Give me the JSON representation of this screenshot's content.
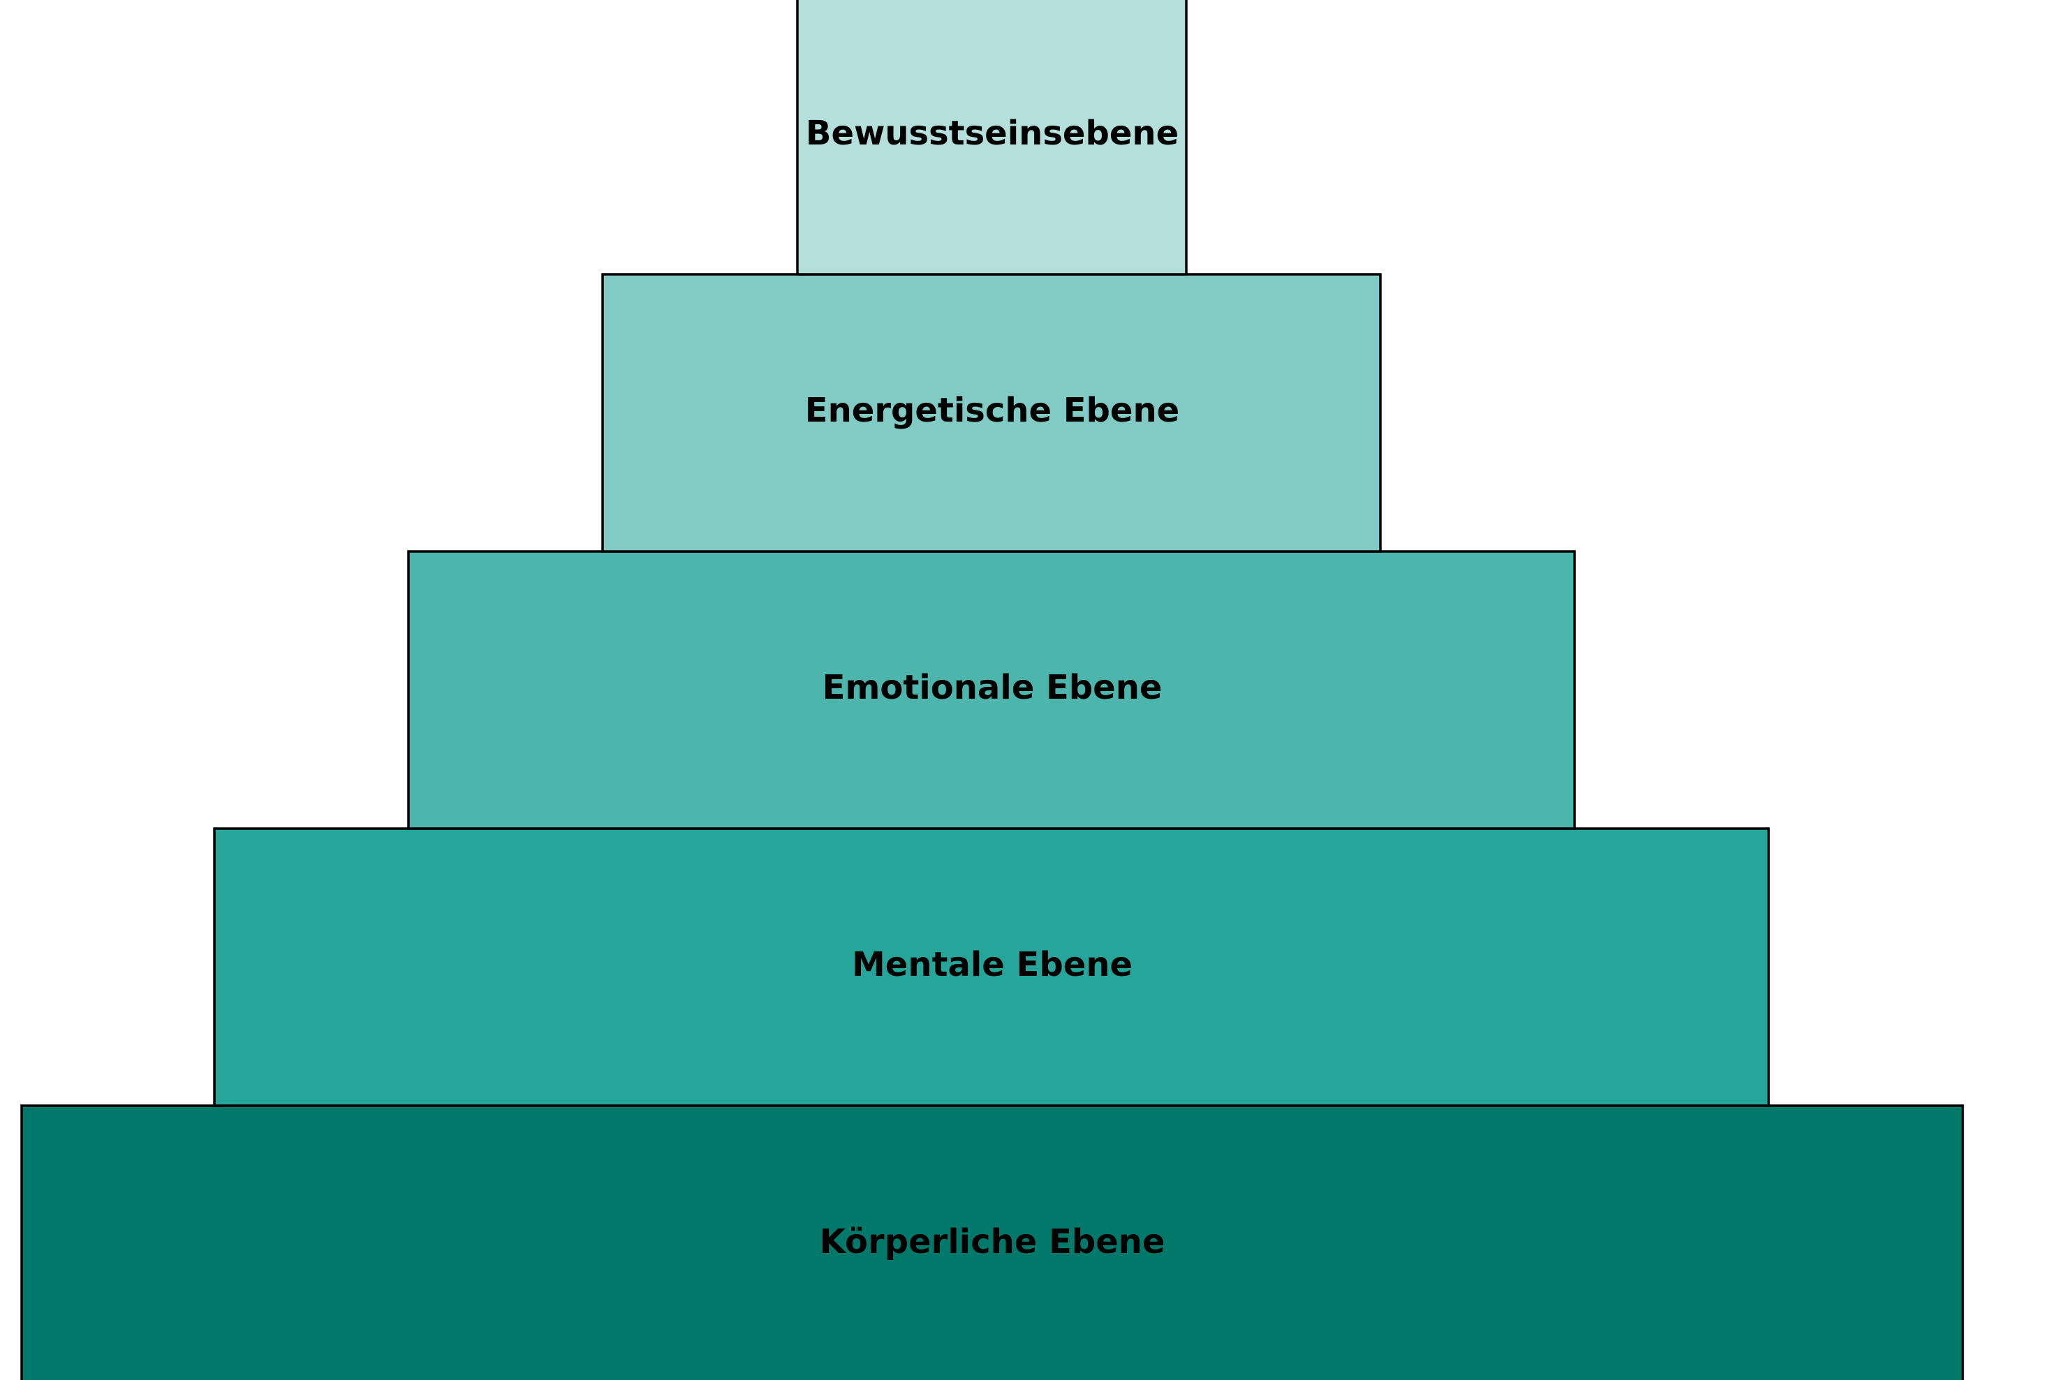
{
  "pyramid": {
    "levels": [
      {
        "label": "Bewusstseinsebene",
        "color": "#b4dfdb"
      },
      {
        "label": "Energetische Ebene",
        "color": "#82cbc4"
      },
      {
        "label": "Emotionale Ebene",
        "color": "#4db6ac"
      },
      {
        "label": "Mentale Ebene",
        "color": "#26a69a"
      },
      {
        "label": "Körperliche Ebene",
        "color": "#00796b"
      }
    ],
    "border_color": "#000000"
  }
}
